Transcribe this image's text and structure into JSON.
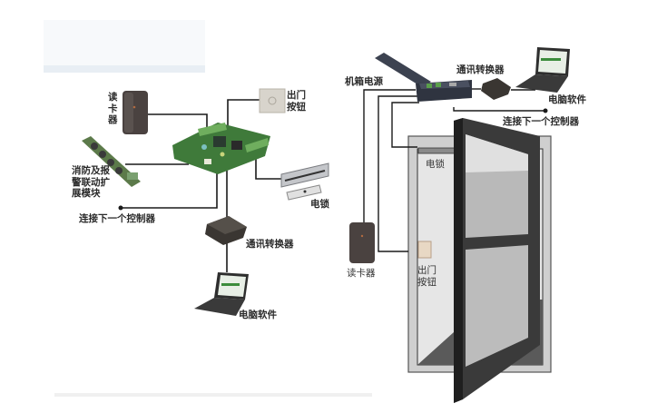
{
  "diagram": {
    "title": "",
    "left_panel": {
      "name": "controller-wiring",
      "nodes": {
        "card_reader": "读卡器",
        "exit_button": "出门按钮",
        "fire_alarm_module": "消防及报警联动扩展模块",
        "electric_lock": "电锁",
        "next_controller": "连接下一个控制器",
        "comm_converter": "通讯转换器",
        "pc_software": "电脑软件"
      },
      "center": "access-controller-board"
    },
    "right_panel": {
      "name": "door-installation",
      "nodes": {
        "power_box": "机箱电源",
        "comm_converter": "通讯转换器",
        "pc_software": "电脑软件",
        "next_controller": "连接下一个控制器",
        "electric_lock": "电锁",
        "card_reader": "读卡器",
        "exit_button": "出门按钮"
      }
    },
    "colors": {
      "wire": "#1a1a1a",
      "board_green": "#3f7a3a",
      "door_frame": "#3a3a3a",
      "wall_gray": "#c8c8c8",
      "glass": "#b9b9b9",
      "reader": "#4a4240",
      "button": "#d9d4cc"
    }
  }
}
